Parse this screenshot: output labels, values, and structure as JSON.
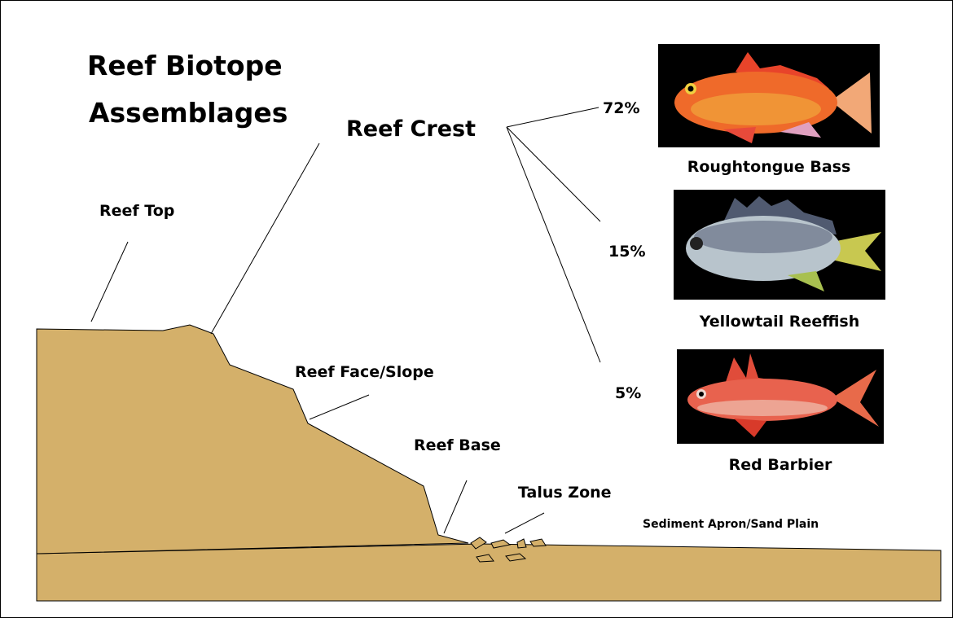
{
  "title_line1": "Reef Biotope",
  "title_line2": "Assemblages",
  "zones": {
    "reef_crest": "Reef Crest",
    "reef_top": "Reef Top",
    "reef_face": "Reef Face/Slope",
    "reef_base": "Reef Base",
    "talus_zone": "Talus Zone",
    "sediment_apron": "Sediment Apron/Sand Plain"
  },
  "fish": [
    {
      "name": "Roughtongue Bass",
      "percent": "72%",
      "body_color": "#ef6a2a"
    },
    {
      "name": "Yellowtail Reeffish",
      "percent": "15%",
      "body_color": "#b8c4cc"
    },
    {
      "name": "Red Barbier",
      "percent": "5%",
      "body_color": "#e8624e"
    }
  ],
  "colors": {
    "reef_fill": "#d4b06a",
    "outline": "#000000",
    "photo_background": "#000000"
  }
}
